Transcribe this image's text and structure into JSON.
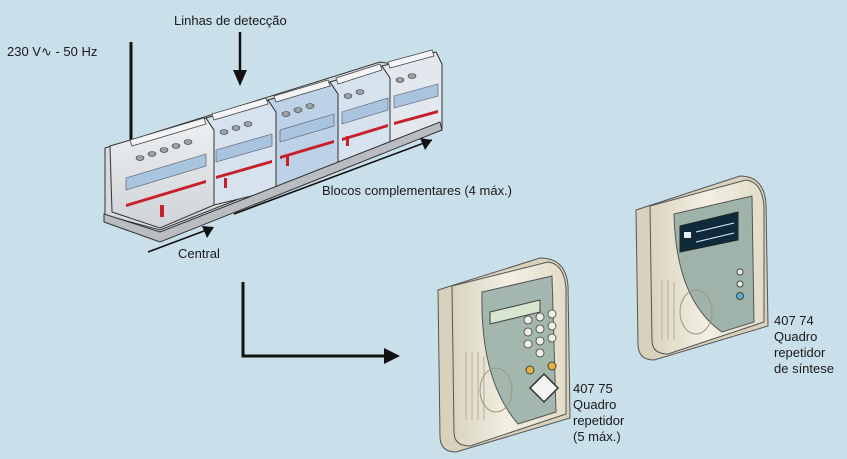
{
  "labels": {
    "power": "230 V∿ - 50 Hz",
    "detection_lines": "Linhas de detecção",
    "complementary_blocks": "Blocos complementares (4 máx.)",
    "central": "Central"
  },
  "repeater_panel": {
    "code": "407 75",
    "line1": "Quadro",
    "line2": "repetidor",
    "line3": "(5 máx.)"
  },
  "synthesis_panel": {
    "code": "407 74",
    "line1": "Quadro",
    "line2": "repetidor",
    "line3": "de síntese"
  },
  "colors": {
    "background": "#c9dfe9",
    "module_body": "#e4e6e8",
    "module_blue": "#b9cfe3",
    "accent_red": "#c8202a",
    "panel_body": "#eeeadb",
    "panel_face": "#9fb3ab"
  }
}
